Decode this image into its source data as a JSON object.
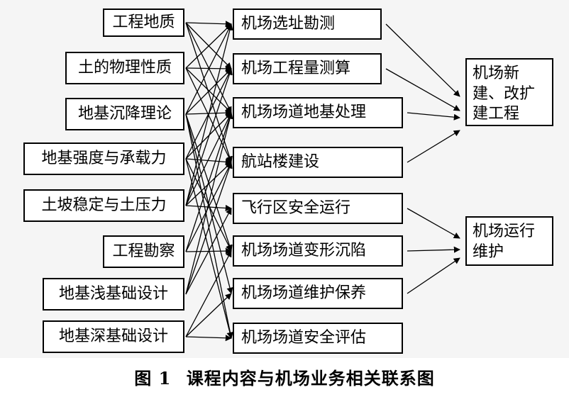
{
  "courses": [
    "工程地质",
    "土的物理性质",
    "地基沉降理论",
    "地基强度与承载力",
    "土坡稳定与土压力",
    "工程勘察",
    "地基浅基础设计",
    "地基深基础设计"
  ],
  "applications": [
    "机场选址勘测",
    "机场工程量测算",
    "机场场道地基处理",
    "航站楼建设",
    "飞行区安全运行",
    "机场场道变形沉陷",
    "机场场道维护保养",
    "机场场道安全评估"
  ],
  "outcomes": [
    "机场新建、改扩建工程",
    "机场运行维护"
  ],
  "caption": {
    "number": "图 1",
    "title": "课程内容与机场业务相关联系图"
  },
  "links": [
    [
      0,
      0
    ],
    [
      0,
      1
    ],
    [
      0,
      2
    ],
    [
      0,
      3
    ],
    [
      1,
      0
    ],
    [
      1,
      1
    ],
    [
      1,
      2
    ],
    [
      1,
      3
    ],
    [
      2,
      0
    ],
    [
      2,
      1
    ],
    [
      2,
      2
    ],
    [
      2,
      5
    ],
    [
      2,
      6
    ],
    [
      2,
      7
    ],
    [
      3,
      1
    ],
    [
      3,
      2
    ],
    [
      3,
      3
    ],
    [
      3,
      5
    ],
    [
      3,
      7
    ],
    [
      4,
      0
    ],
    [
      4,
      1
    ],
    [
      4,
      2
    ],
    [
      4,
      3
    ],
    [
      4,
      4
    ],
    [
      5,
      2
    ],
    [
      5,
      3
    ],
    [
      5,
      5
    ],
    [
      6,
      2
    ],
    [
      6,
      3
    ],
    [
      6,
      4
    ],
    [
      7,
      5
    ],
    [
      7,
      6
    ],
    [
      7,
      7
    ]
  ],
  "app_to_outcome": [
    [
      0,
      0
    ],
    [
      1,
      0
    ],
    [
      2,
      0
    ],
    [
      3,
      0
    ],
    [
      4,
      1
    ],
    [
      5,
      1
    ],
    [
      6,
      1
    ]
  ]
}
